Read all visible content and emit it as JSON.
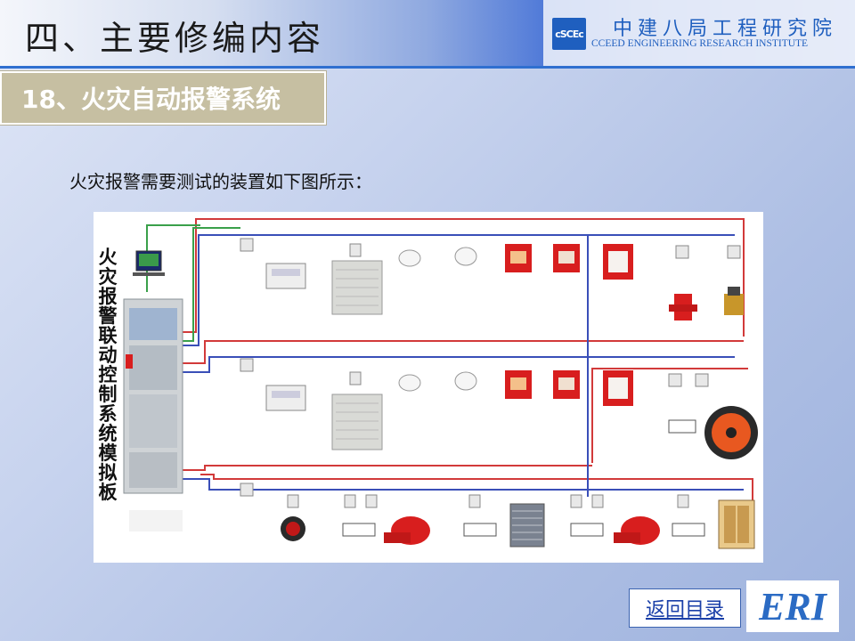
{
  "header": {
    "title": "四、主要修编内容",
    "org_cn": "中建八局工程研究院",
    "org_en": "CCEED ENGINEERING RESEARCH INSTITUTE",
    "logo_text": "cSCEc"
  },
  "section": {
    "label": "18、火灾自动报警系统"
  },
  "intro": "火灾报警需要测试的装置如下图所示：",
  "diagram": {
    "panel_label": [
      "火",
      "灾",
      "报",
      "警",
      "联",
      "动",
      "控",
      "制",
      "系",
      "统",
      "模",
      "拟",
      "板"
    ],
    "colors": {
      "red_wire": "#d23a3a",
      "blue_wire": "#3a4fb8",
      "green_wire": "#3aa04a",
      "device_red": "#d81e1e"
    }
  },
  "footer": {
    "back_label": "返回目录",
    "eri_logo": "ERI"
  }
}
